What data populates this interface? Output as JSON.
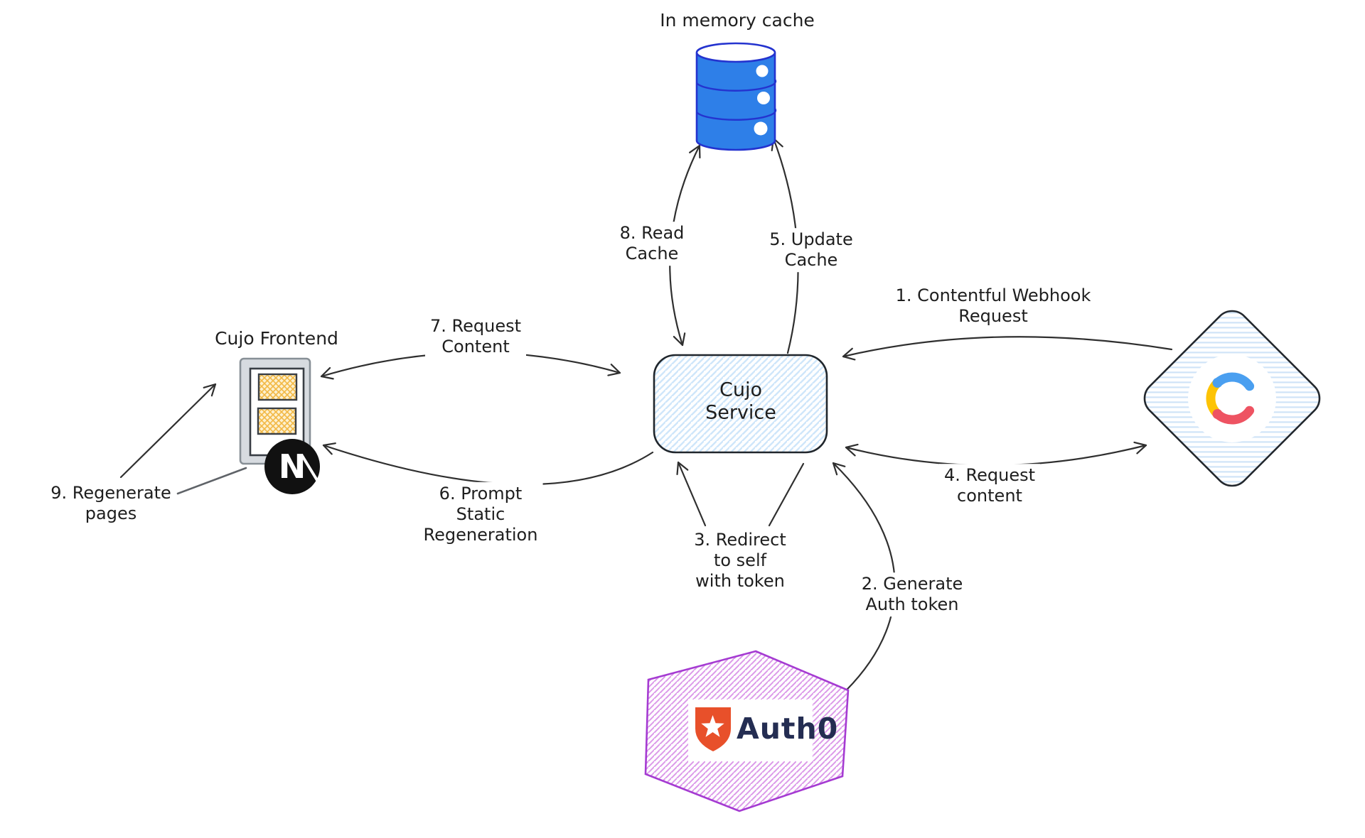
{
  "nodes": {
    "cache": {
      "label": "In memory cache"
    },
    "service": {
      "label": "Cujo\nService"
    },
    "frontend": {
      "label": "Cujo Frontend",
      "logo_letter": "N"
    },
    "contentful": {
      "icon": "contentful-logo-icon"
    },
    "auth0": {
      "logo_text": "Auth0"
    }
  },
  "edges": [
    {
      "num": "1",
      "label": "1. Contentful Webhook\nRequest"
    },
    {
      "num": "2",
      "label": "2. Generate\nAuth token"
    },
    {
      "num": "3",
      "label": "3. Redirect\nto self\nwith token"
    },
    {
      "num": "4",
      "label": "4. Request\ncontent"
    },
    {
      "num": "5",
      "label": "5. Update\nCache"
    },
    {
      "num": "6",
      "label": "6. Prompt\nStatic\nRegeneration"
    },
    {
      "num": "7",
      "label": "7. Request\nContent"
    },
    {
      "num": "8",
      "label": "8. Read\nCache"
    },
    {
      "num": "9",
      "label": "9. Regenerate\npages"
    }
  ],
  "colors": {
    "cache_fill": "#2e7fe8",
    "cache_stroke": "#2433cf",
    "service_hatch": "#cfe6fa",
    "diamond_hatch": "#cfe3f7",
    "outline_dark": "#23282e",
    "arrow": "#2f2f2f",
    "contentful_blue": "#4a9ff0",
    "contentful_yellow": "#fdc305",
    "contentful_red": "#ee5362",
    "auth0_orange": "#e8502a",
    "auth0_navy": "#242d52",
    "auth0_purple": "#a53bd2",
    "auth0_hatch": "#dc9ae9",
    "nextjs_black": "#111111",
    "frontend_gray": "#d7dbe0",
    "frontend_yellow": "#f2b844"
  }
}
